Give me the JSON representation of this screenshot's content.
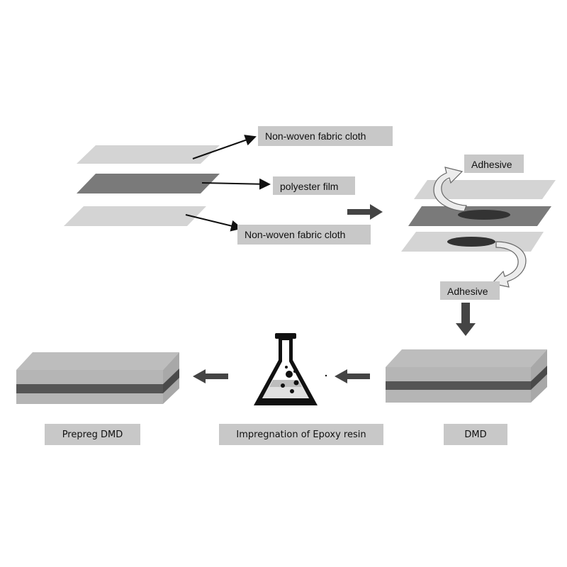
{
  "labels": {
    "top_fabric": "Non-woven fabric cloth",
    "film": "polyester film",
    "bottom_fabric": "Non-woven fabric cloth",
    "adhesive_top": "Adhesive",
    "adhesive_bottom": "Adhesive",
    "dmd": "DMD",
    "impregnation": "Impregnation of Epoxy resin",
    "prepreg": "Prepreg DMD"
  },
  "colors": {
    "fabric_layer": "#d2d2d2",
    "film_layer": "#777777",
    "dark_core": "#555555",
    "arrow": "#444444",
    "label_bg": "#c8c8c8"
  }
}
